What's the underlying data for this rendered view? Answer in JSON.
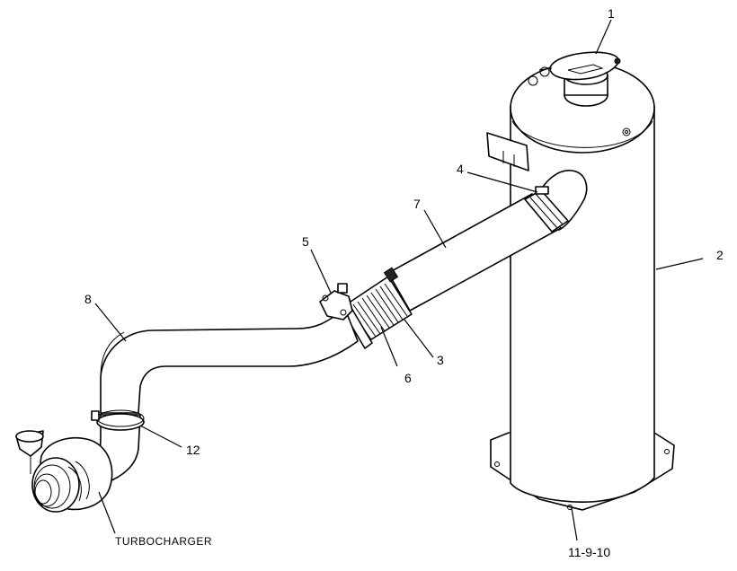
{
  "callouts": {
    "c1": "1",
    "c2": "2",
    "c3": "3",
    "c4": "4",
    "c5": "5",
    "c6": "6",
    "c7": "7",
    "c8": "8",
    "c12": "12",
    "c11_9_10": "11-9-10",
    "turbocharger": "TURBOCHARGER"
  }
}
